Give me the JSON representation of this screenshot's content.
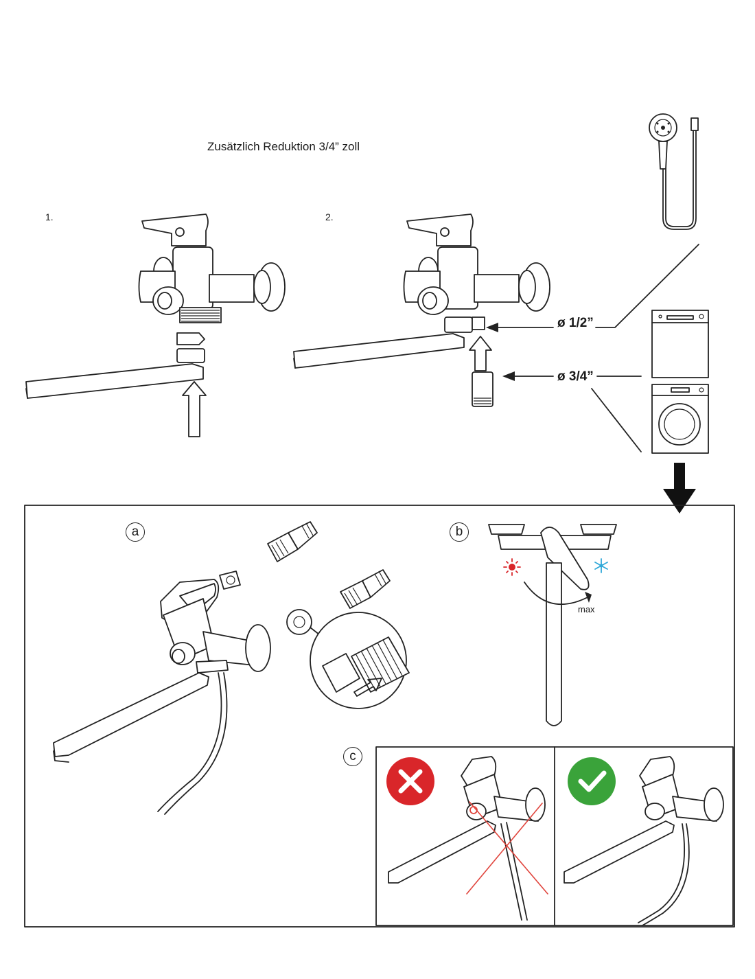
{
  "header": {
    "title": "Zusätzlich Reduktion 3/4” zoll"
  },
  "steps": {
    "step1": "1.",
    "step2": "2."
  },
  "dimensions": {
    "half_inch": "ø 1/2”",
    "three_quarter_inch": "ø 3/4”"
  },
  "panels": {
    "a": "a",
    "b": "b",
    "c": "c",
    "max_label": "max"
  },
  "colors": {
    "wrong_badge": "#d9262a",
    "correct_badge": "#3aa33a",
    "cross_lines": "#e0443c",
    "hot_icon": "#d9262a",
    "cold_icon": "#2fa8d8"
  },
  "icons": [
    "hand-shower-icon",
    "dishwasher-icon",
    "washing-machine-icon",
    "hot-sun-icon",
    "cold-snowflake-icon",
    "wrong-x-icon",
    "correct-check-icon"
  ]
}
